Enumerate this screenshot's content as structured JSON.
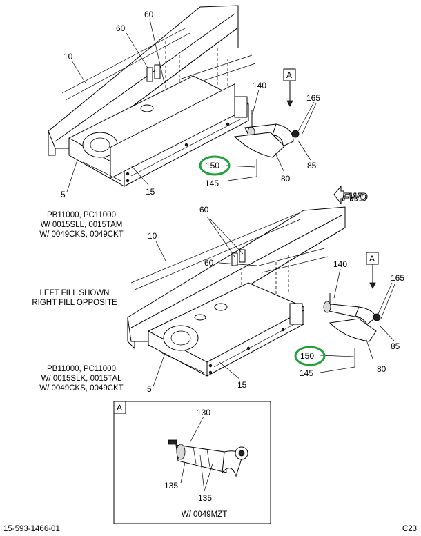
{
  "top_view": {
    "callouts": {
      "c60a": "60",
      "c60b": "60",
      "c10": "10",
      "c140": "140",
      "c165": "165",
      "c85": "85",
      "c80": "80",
      "c150": "150",
      "c145": "145",
      "c15": "15",
      "c5": "5",
      "view_marker": "A"
    },
    "note_lines": [
      "PB11000, PC11000",
      "W/ 0015SLL, 0015TAM",
      "W/ 0049CKS, 0049CKT"
    ]
  },
  "fwd_label": "FWD",
  "bottom_view": {
    "callouts": {
      "c60a": "60",
      "c60b": "60",
      "c10": "10",
      "c140": "140",
      "c165": "165",
      "c85": "85",
      "c80": "80",
      "c150": "150",
      "c145": "145",
      "c15": "15",
      "c5": "5",
      "view_marker": "A"
    },
    "fill_note": [
      "LEFT FILL SHOWN",
      "RIGHT FILL OPPOSITE"
    ],
    "note_lines": [
      "PB11000, PC11000",
      "W/ 0015SLK, 0015TAL",
      "W/ 0049CKS, 0049CKT"
    ]
  },
  "detail_a": {
    "marker": "A",
    "callouts": {
      "c130": "130",
      "c135a": "135",
      "c135b": "135"
    },
    "caption": "W/ 0049MZT"
  },
  "footer": {
    "part_number": "15-593-1466-01",
    "page_code": "C23"
  },
  "highlight_color": "#1fa23a"
}
